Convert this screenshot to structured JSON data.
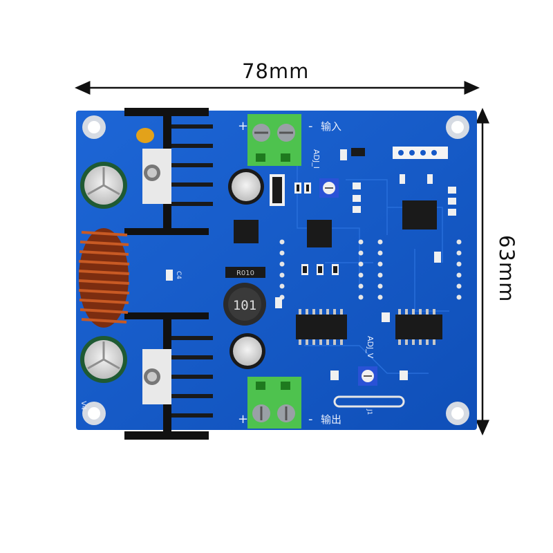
{
  "dimensions": {
    "width_label": "78mm",
    "height_label": "63mm"
  },
  "board": {
    "input_label": "输入",
    "output_label": "输出",
    "plus_top": "+",
    "minus_top": "-",
    "plus_bottom": "+",
    "minus_bottom": "-",
    "adj_i": "ADJ_I",
    "adj_v": "ADJ_V",
    "inductor_marking": "101",
    "shunt_marking": "R010",
    "label_v4": "V4",
    "label_j1": "J1",
    "label_c4": "C4",
    "colors": {
      "pcb": "#1458c8",
      "terminal": "#4ec24e",
      "heatsink": "#111111",
      "coil": "#b3471c"
    }
  }
}
